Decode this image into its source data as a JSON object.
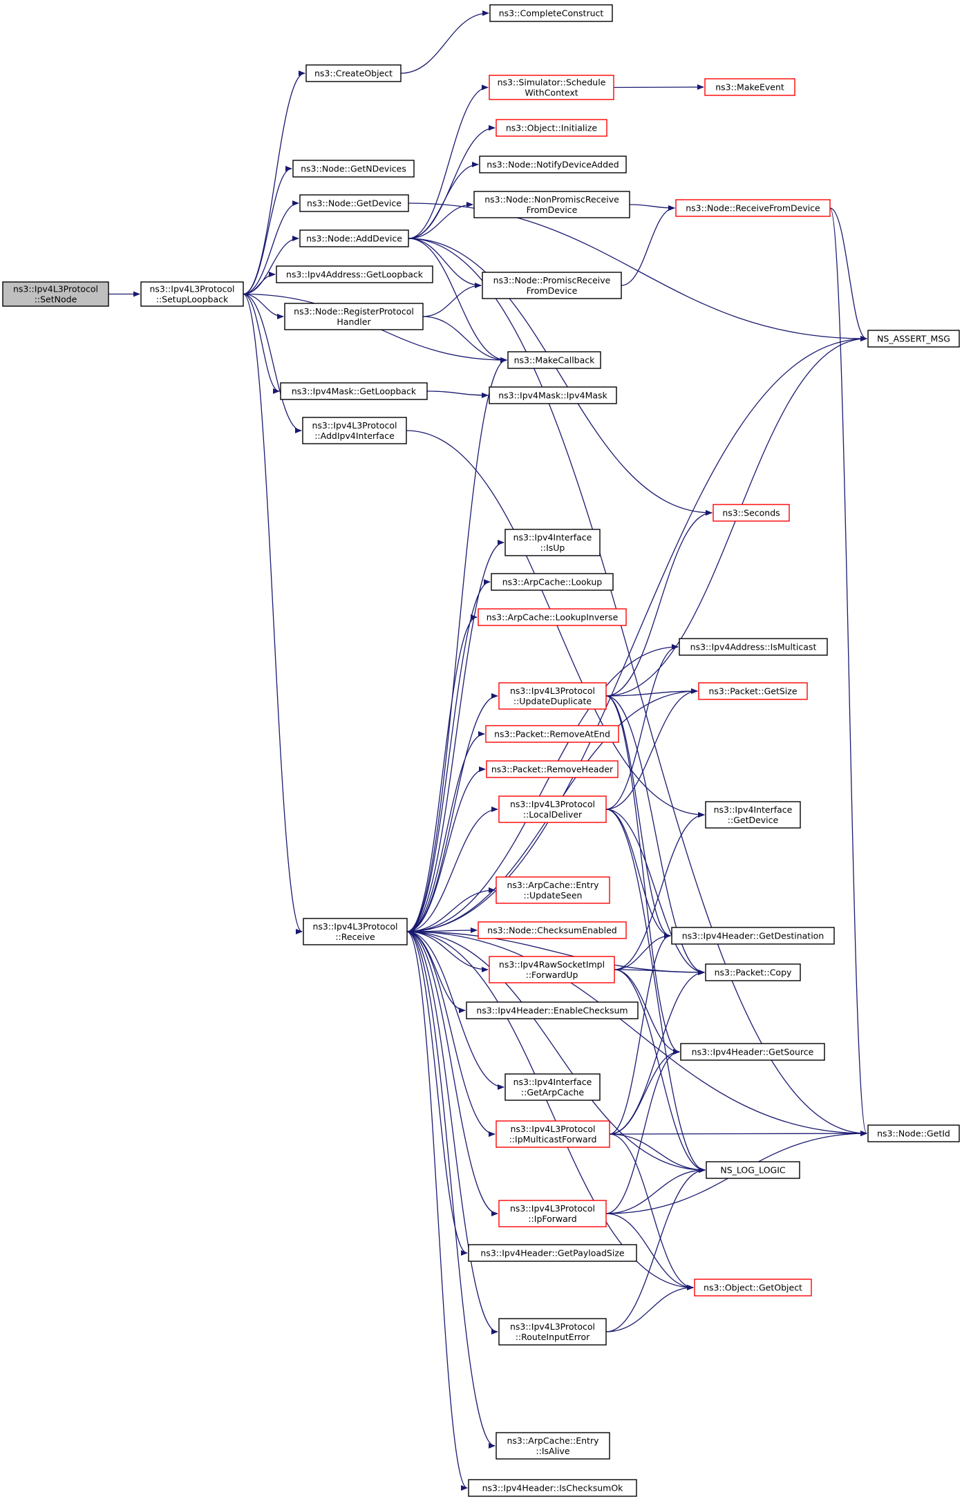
{
  "colors": {
    "edge": "#191970",
    "node_border": "#000000",
    "node_border_truncated": "#ff0000",
    "node_fill": "#ffffff",
    "root_fill": "#bfbfbf"
  },
  "nodes": [
    {
      "id": "setnode",
      "lines": [
        "ns3::Ipv4L3Protocol",
        "::SetNode"
      ],
      "style": "root"
    },
    {
      "id": "setuploopback",
      "lines": [
        "ns3::Ipv4L3Protocol",
        "::SetupLoopback"
      ],
      "style": "normal"
    },
    {
      "id": "createobject",
      "lines": [
        "ns3::CreateObject"
      ],
      "style": "normal"
    },
    {
      "id": "completeconstruct",
      "lines": [
        "ns3::CompleteConstruct"
      ],
      "style": "normal"
    },
    {
      "id": "getndevices",
      "lines": [
        "ns3::Node::GetNDevices"
      ],
      "style": "normal"
    },
    {
      "id": "getdevice",
      "lines": [
        "ns3::Node::GetDevice"
      ],
      "style": "normal"
    },
    {
      "id": "adddevice",
      "lines": [
        "ns3::Node::AddDevice"
      ],
      "style": "normal"
    },
    {
      "id": "schedulewithcontext",
      "lines": [
        "ns3::Simulator::Schedule",
        "WithContext"
      ],
      "style": "truncated"
    },
    {
      "id": "makeevent",
      "lines": [
        "ns3::MakeEvent"
      ],
      "style": "truncated"
    },
    {
      "id": "initialize",
      "lines": [
        "ns3::Object::Initialize"
      ],
      "style": "truncated"
    },
    {
      "id": "notifydeviceadded",
      "lines": [
        "ns3::Node::NotifyDeviceAdded"
      ],
      "style": "normal"
    },
    {
      "id": "nonpromiscreceive",
      "lines": [
        "ns3::Node::NonPromiscReceive",
        "FromDevice"
      ],
      "style": "normal"
    },
    {
      "id": "receivefromdevice",
      "lines": [
        "ns3::Node::ReceiveFromDevice"
      ],
      "style": "truncated"
    },
    {
      "id": "ipv4addrgetloopback",
      "lines": [
        "ns3::Ipv4Address::GetLoopback"
      ],
      "style": "normal"
    },
    {
      "id": "promiscreceive",
      "lines": [
        "ns3::Node::PromiscReceive",
        "FromDevice"
      ],
      "style": "normal"
    },
    {
      "id": "registerprotocol",
      "lines": [
        "ns3::Node::RegisterProtocol",
        "Handler"
      ],
      "style": "normal"
    },
    {
      "id": "nsassertmsg",
      "lines": [
        "NS_ASSERT_MSG"
      ],
      "style": "normal"
    },
    {
      "id": "makecallback",
      "lines": [
        "ns3::MakeCallback"
      ],
      "style": "normal"
    },
    {
      "id": "ipv4maskgetloopback",
      "lines": [
        "ns3::Ipv4Mask::GetLoopback"
      ],
      "style": "normal"
    },
    {
      "id": "ipv4maskctor",
      "lines": [
        "ns3::Ipv4Mask::Ipv4Mask"
      ],
      "style": "normal"
    },
    {
      "id": "addipv4interface",
      "lines": [
        "ns3::Ipv4L3Protocol",
        "::AddIpv4Interface"
      ],
      "style": "normal"
    },
    {
      "id": "seconds",
      "lines": [
        "ns3::Seconds"
      ],
      "style": "truncated"
    },
    {
      "id": "ifaceisup",
      "lines": [
        "ns3::Ipv4Interface",
        "::IsUp"
      ],
      "style": "normal"
    },
    {
      "id": "arplookup",
      "lines": [
        "ns3::ArpCache::Lookup"
      ],
      "style": "normal"
    },
    {
      "id": "arplookupinverse",
      "lines": [
        "ns3::ArpCache::LookupInverse"
      ],
      "style": "truncated"
    },
    {
      "id": "ismulticast",
      "lines": [
        "ns3::Ipv4Address::IsMulticast"
      ],
      "style": "normal"
    },
    {
      "id": "updateduplicate",
      "lines": [
        "ns3::Ipv4L3Protocol",
        "::UpdateDuplicate"
      ],
      "style": "truncated"
    },
    {
      "id": "packetgetsize",
      "lines": [
        "ns3::Packet::GetSize"
      ],
      "style": "truncated"
    },
    {
      "id": "removeatend",
      "lines": [
        "ns3::Packet::RemoveAtEnd"
      ],
      "style": "truncated"
    },
    {
      "id": "removeheader",
      "lines": [
        "ns3::Packet::RemoveHeader"
      ],
      "style": "truncated"
    },
    {
      "id": "localdeliver",
      "lines": [
        "ns3::Ipv4L3Protocol",
        "::LocalDeliver"
      ],
      "style": "truncated"
    },
    {
      "id": "ifacegetdevice",
      "lines": [
        "ns3::Ipv4Interface",
        "::GetDevice"
      ],
      "style": "normal"
    },
    {
      "id": "entryupdateseen",
      "lines": [
        "ns3::ArpCache::Entry",
        "::UpdateSeen"
      ],
      "style": "truncated"
    },
    {
      "id": "receive",
      "lines": [
        "ns3::Ipv4L3Protocol",
        "::Receive"
      ],
      "style": "normal"
    },
    {
      "id": "checksumenabled",
      "lines": [
        "ns3::Node::ChecksumEnabled"
      ],
      "style": "truncated"
    },
    {
      "id": "getdestination",
      "lines": [
        "ns3::Ipv4Header::GetDestination"
      ],
      "style": "normal"
    },
    {
      "id": "forwardup",
      "lines": [
        "ns3::Ipv4RawSocketImpl",
        "::ForwardUp"
      ],
      "style": "truncated"
    },
    {
      "id": "packetcopy",
      "lines": [
        "ns3::Packet::Copy"
      ],
      "style": "normal"
    },
    {
      "id": "enablechecksum",
      "lines": [
        "ns3::Ipv4Header::EnableChecksum"
      ],
      "style": "normal"
    },
    {
      "id": "getsource",
      "lines": [
        "ns3::Ipv4Header::GetSource"
      ],
      "style": "normal"
    },
    {
      "id": "getarpcache",
      "lines": [
        "ns3::Ipv4Interface",
        "::GetArpCache"
      ],
      "style": "normal"
    },
    {
      "id": "ipmulticastforward",
      "lines": [
        "ns3::Ipv4L3Protocol",
        "::IpMulticastForward"
      ],
      "style": "truncated"
    },
    {
      "id": "nodegetid",
      "lines": [
        "ns3::Node::GetId"
      ],
      "style": "normal"
    },
    {
      "id": "nsloglogic",
      "lines": [
        "NS_LOG_LOGIC"
      ],
      "style": "normal"
    },
    {
      "id": "ipforward",
      "lines": [
        "ns3::Ipv4L3Protocol",
        "::IpForward"
      ],
      "style": "truncated"
    },
    {
      "id": "getpayloadsize",
      "lines": [
        "ns3::Ipv4Header::GetPayloadSize"
      ],
      "style": "normal"
    },
    {
      "id": "getobject",
      "lines": [
        "ns3::Object::GetObject"
      ],
      "style": "truncated"
    },
    {
      "id": "routeinputerror",
      "lines": [
        "ns3::Ipv4L3Protocol",
        "::RouteInputError"
      ],
      "style": "normal"
    },
    {
      "id": "entryisalive",
      "lines": [
        "ns3::ArpCache::Entry",
        "::IsAlive"
      ],
      "style": "normal"
    },
    {
      "id": "ischecksumok",
      "lines": [
        "ns3::Ipv4Header::IsChecksumOk"
      ],
      "style": "normal"
    }
  ],
  "edges": [
    [
      "setnode",
      "setuploopback"
    ],
    [
      "setuploopback",
      "createobject"
    ],
    [
      "createobject",
      "completeconstruct"
    ],
    [
      "setuploopback",
      "getndevices"
    ],
    [
      "setuploopback",
      "getdevice"
    ],
    [
      "setuploopback",
      "adddevice"
    ],
    [
      "setuploopback",
      "ipv4addrgetloopback"
    ],
    [
      "setuploopback",
      "registerprotocol"
    ],
    [
      "setuploopback",
      "makecallback"
    ],
    [
      "setuploopback",
      "ipv4maskgetloopback"
    ],
    [
      "setuploopback",
      "addipv4interface"
    ],
    [
      "setuploopback",
      "receive"
    ],
    [
      "getdevice",
      "nsassertmsg"
    ],
    [
      "adddevice",
      "schedulewithcontext"
    ],
    [
      "adddevice",
      "initialize"
    ],
    [
      "adddevice",
      "notifydeviceadded"
    ],
    [
      "adddevice",
      "nonpromiscreceive"
    ],
    [
      "adddevice",
      "nodegetid"
    ],
    [
      "adddevice",
      "makecallback"
    ],
    [
      "adddevice",
      "promiscreceive"
    ],
    [
      "adddevice",
      "seconds"
    ],
    [
      "schedulewithcontext",
      "makeevent"
    ],
    [
      "nonpromiscreceive",
      "receivefromdevice"
    ],
    [
      "promiscreceive",
      "receivefromdevice"
    ],
    [
      "receivefromdevice",
      "nsassertmsg"
    ],
    [
      "receivefromdevice",
      "nodegetid"
    ],
    [
      "registerprotocol",
      "promiscreceive"
    ],
    [
      "registerprotocol",
      "makecallback"
    ],
    [
      "ipv4maskgetloopback",
      "ipv4maskctor"
    ],
    [
      "addipv4interface",
      "ifacegetdevice"
    ],
    [
      "receive",
      "nsassertmsg"
    ],
    [
      "receive",
      "makecallback"
    ],
    [
      "receive",
      "ifaceisup"
    ],
    [
      "receive",
      "arplookup"
    ],
    [
      "receive",
      "arplookupinverse"
    ],
    [
      "receive",
      "ismulticast"
    ],
    [
      "receive",
      "updateduplicate"
    ],
    [
      "receive",
      "packetgetsize"
    ],
    [
      "receive",
      "removeatend"
    ],
    [
      "receive",
      "removeheader"
    ],
    [
      "receive",
      "localdeliver"
    ],
    [
      "receive",
      "packetcopy"
    ],
    [
      "receive",
      "entryupdateseen"
    ],
    [
      "receive",
      "checksumenabled"
    ],
    [
      "receive",
      "forwardup"
    ],
    [
      "receive",
      "enablechecksum"
    ],
    [
      "receive",
      "getarpcache"
    ],
    [
      "receive",
      "ipmulticastforward"
    ],
    [
      "receive",
      "nsloglogic"
    ],
    [
      "receive",
      "ipforward"
    ],
    [
      "receive",
      "getpayloadsize"
    ],
    [
      "receive",
      "routeinputerror"
    ],
    [
      "receive",
      "getobject"
    ],
    [
      "receive",
      "nodegetid"
    ],
    [
      "receive",
      "entryisalive"
    ],
    [
      "receive",
      "ischecksumok"
    ],
    [
      "updateduplicate",
      "seconds"
    ],
    [
      "updateduplicate",
      "nsassertmsg"
    ],
    [
      "updateduplicate",
      "packetgetsize"
    ],
    [
      "updateduplicate",
      "getdestination"
    ],
    [
      "updateduplicate",
      "packetcopy"
    ],
    [
      "updateduplicate",
      "getsource"
    ],
    [
      "localdeliver",
      "ismulticast"
    ],
    [
      "localdeliver",
      "packetgetsize"
    ],
    [
      "localdeliver",
      "getdestination"
    ],
    [
      "localdeliver",
      "packetcopy"
    ],
    [
      "localdeliver",
      "nsloglogic"
    ],
    [
      "forwardup",
      "getdestination"
    ],
    [
      "forwardup",
      "packetcopy"
    ],
    [
      "forwardup",
      "ifacegetdevice"
    ],
    [
      "forwardup",
      "getsource"
    ],
    [
      "forwardup",
      "nsloglogic"
    ],
    [
      "ipmulticastforward",
      "getdestination"
    ],
    [
      "ipmulticastforward",
      "packetcopy"
    ],
    [
      "ipmulticastforward",
      "getsource"
    ],
    [
      "ipmulticastforward",
      "nodegetid"
    ],
    [
      "ipmulticastforward",
      "nsloglogic"
    ],
    [
      "ipmulticastforward",
      "getobject"
    ],
    [
      "ipforward",
      "getsource"
    ],
    [
      "ipforward",
      "nsloglogic"
    ],
    [
      "ipforward",
      "nodegetid"
    ],
    [
      "ipforward",
      "getobject"
    ],
    [
      "routeinputerror",
      "nsloglogic"
    ],
    [
      "routeinputerror",
      "getobject"
    ]
  ]
}
